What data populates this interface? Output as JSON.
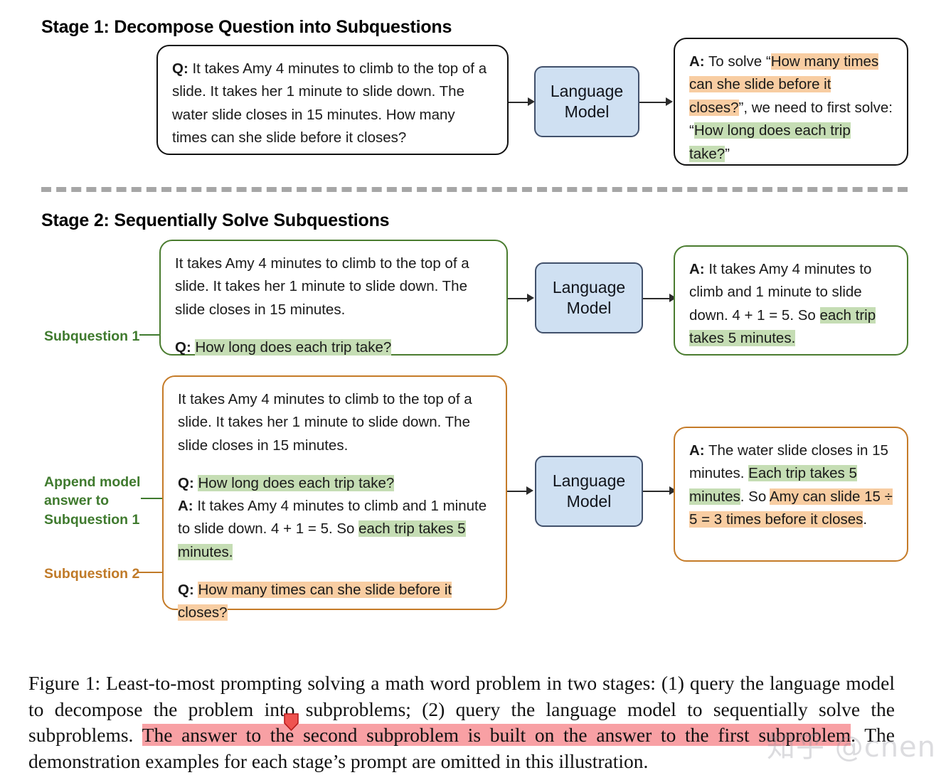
{
  "stage1": {
    "title": "Stage 1: Decompose Question into Subquestions",
    "question_box": {
      "q_label": "Q:",
      "text": " It takes Amy 4 minutes to climb to the top of a slide. It takes her 1 minute to slide down. The water slide closes in 15 minutes. How many times can she slide before it closes?"
    },
    "model": "Language\nModel",
    "model_line1": "Language",
    "model_line2": "Model",
    "answer_box": {
      "a_label": "A:",
      "t1": " To solve “",
      "h_orange": "How many times can she slide before it closes?",
      "t2": "”, we need to first solve: “",
      "h_green": "How long does each trip take?",
      "t3": "”"
    }
  },
  "stage2": {
    "title": "Stage 2: Sequentially Solve Subquestions",
    "model_line1": "Language",
    "model_line2": "Model",
    "labels": {
      "subquestion1": "Subquestion 1",
      "append_line1": "Append model",
      "append_line2": "answer to",
      "append_line3": "Subquestion 1",
      "subquestion2": "Subquestion 2"
    },
    "prompt1": {
      "context": "It takes Amy 4 minutes to climb to the top of a slide. It takes her 1 minute to slide down. The slide closes in 15 minutes.",
      "q_label": "Q:",
      "q_green": "How long does each trip take?"
    },
    "answer1": {
      "a_label": "A:",
      "t1": " It takes Amy 4 minutes to climb and 1 minute to slide down. 4 + 1 = 5. So ",
      "h_green": "each trip takes 5 minutes."
    },
    "prompt2": {
      "context": "It takes Amy 4 minutes to climb to the top of a slide. It takes her 1 minute to slide down. The slide closes in 15 minutes.",
      "q1_label": "Q:",
      "q1_green": "How long does each trip take?",
      "a_label": "A:",
      "a_t1": " It takes Amy 4 minutes to climb and 1 minute to slide down. 4 + 1 = 5. So ",
      "a_green": "each trip takes 5 minutes.",
      "q2_label": "Q:",
      "q2_orange": "How many times can she slide before it closes?"
    },
    "answer2": {
      "a_label": "A:",
      "t1": " The water slide closes in 15 minutes. ",
      "h_green": "Each trip takes 5 minutes",
      "t2": ". So ",
      "h_orange": "Amy can slide 15 ÷ 5 = 3 times before it closes",
      "t3": "."
    }
  },
  "caption": {
    "p1": "Figure 1: Least-to-most prompting solving a math word problem in two stages: (1) query the language model to decompose the problem into subproblems; (2) query the language model to sequentially solve the subproblems. ",
    "highlight": "The answer to the second subproblem is built on the answer to the first subproblem",
    "p2": ". The demonstration examples for each stage’s prompt are omitted in this illustration."
  },
  "watermark": {
    "text": "知乎 @chen"
  },
  "colors": {
    "highlight_green": "#c5ddb4",
    "highlight_orange": "#f8cda2",
    "highlight_pink": "#f8a0a4",
    "box_green_border": "#4a7c2f",
    "box_orange_border": "#c57b28",
    "lm_fill": "#cfe0f2",
    "lm_border": "#41506b",
    "divider_gray": "#a6a6a6",
    "label_green": "#3f7a2e",
    "label_orange": "#c07a28"
  }
}
